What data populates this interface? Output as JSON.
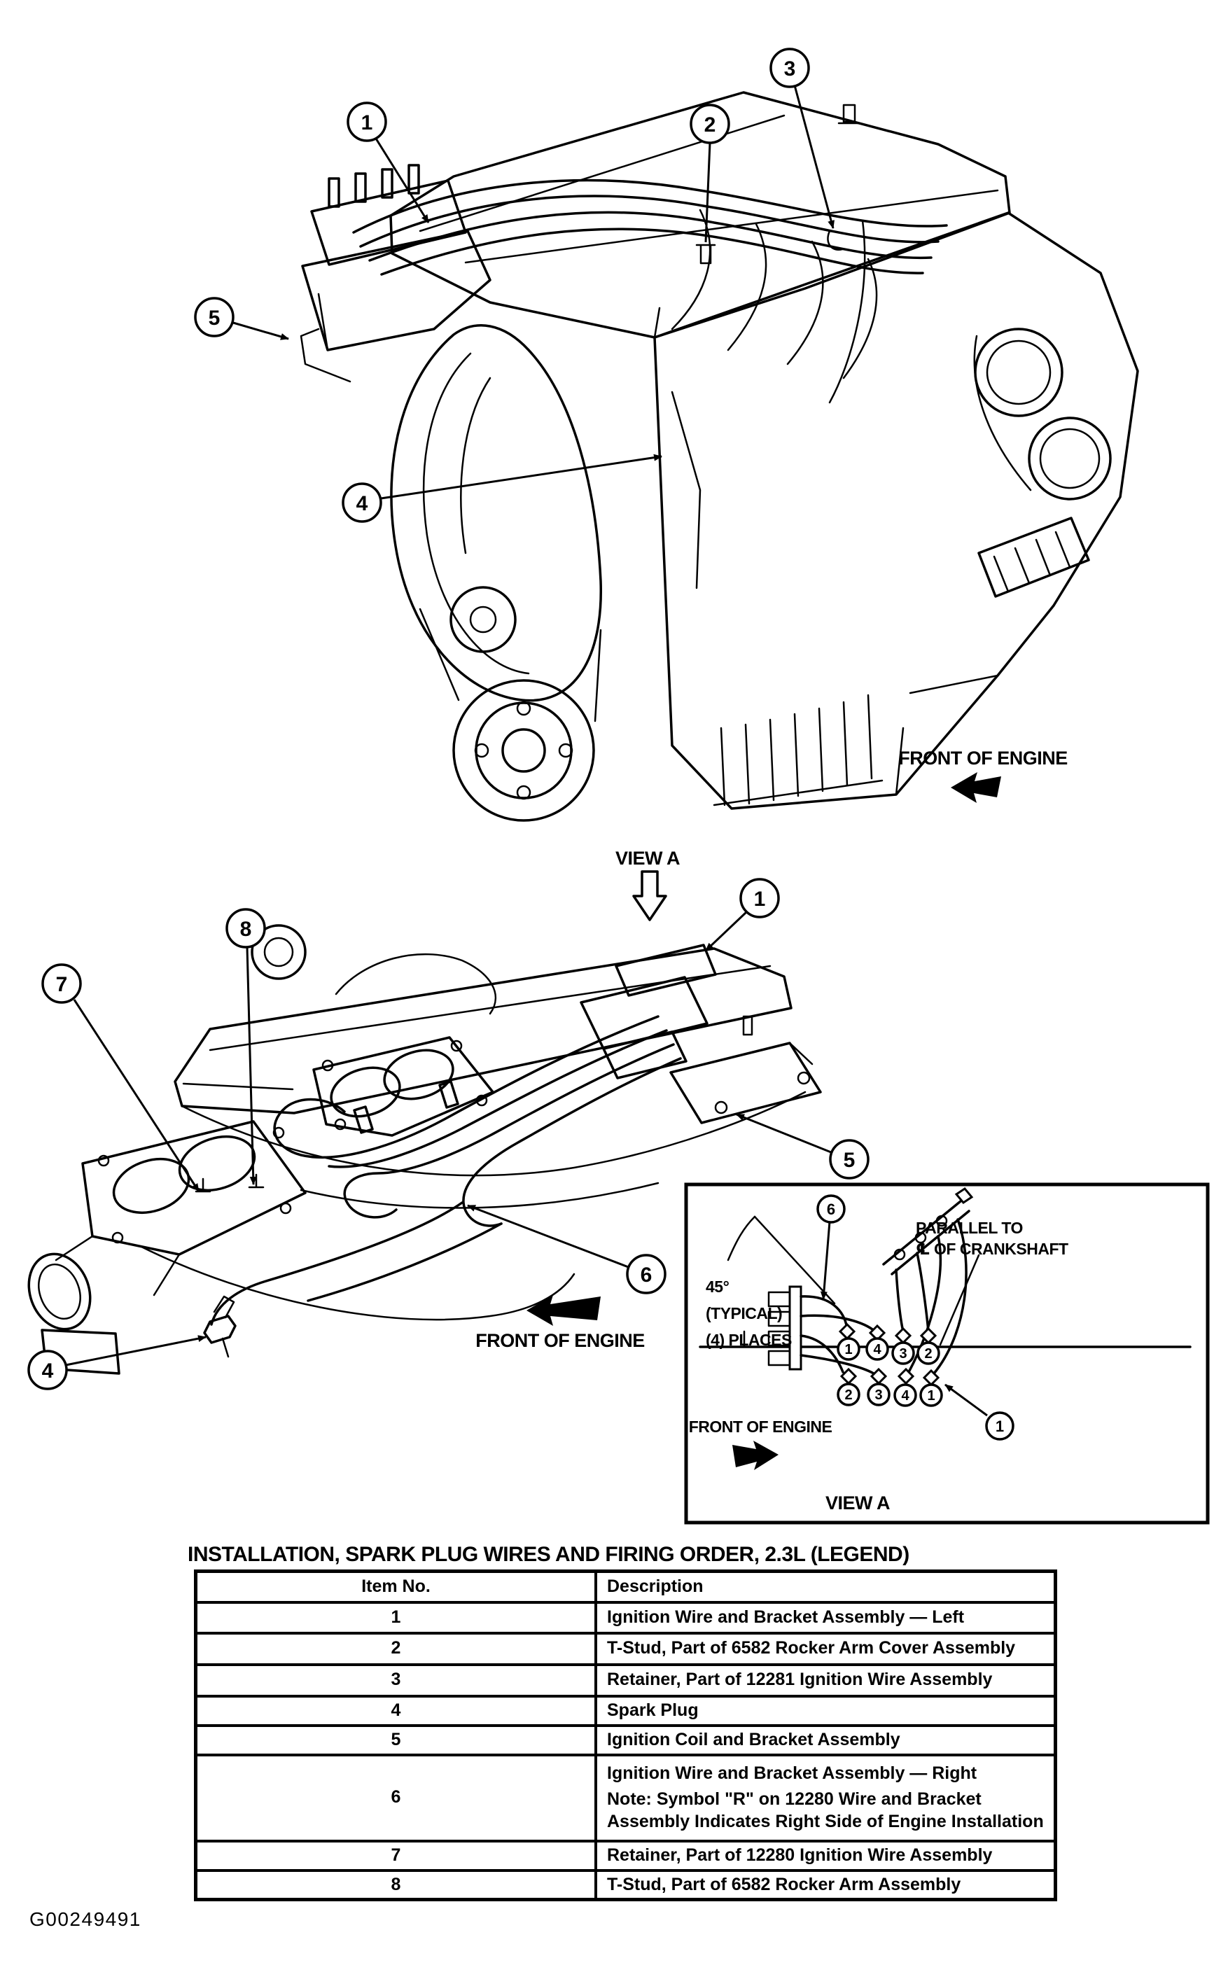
{
  "figure_code": "G00249491",
  "legend": {
    "title": "INSTALLATION, SPARK PLUG WIRES AND FIRING ORDER, 2.3L (LEGEND)",
    "columns": [
      "Item No.",
      "Description"
    ],
    "rows": [
      {
        "item": "1",
        "desc": "Ignition Wire and Bracket Assembly — Left"
      },
      {
        "item": "2",
        "desc": "T-Stud, Part of 6582 Rocker Arm Cover Assembly"
      },
      {
        "item": "3",
        "desc": "Retainer, Part of 12281 Ignition Wire Assembly"
      },
      {
        "item": "4",
        "desc": "Spark Plug"
      },
      {
        "item": "5",
        "desc": "Ignition Coil and Bracket Assembly"
      },
      {
        "item": "6",
        "desc": "Ignition Wire and Bracket Assembly — Right",
        "note": "Note: Symbol \"R\" on 12280 Wire and Bracket Assembly Indicates Right Side of Engine Installation"
      },
      {
        "item": "7",
        "desc": "Retainer, Part of 12280 Ignition Wire Assembly"
      },
      {
        "item": "8",
        "desc": "T-Stud, Part of 6582 Rocker Arm Assembly"
      }
    ]
  },
  "top_diagram": {
    "callouts": {
      "c1": "1",
      "c2": "2",
      "c3": "3",
      "c4": "4",
      "c5": "5"
    },
    "front_of_engine": "FRONT OF ENGINE",
    "view_a": "VIEW A"
  },
  "middle_diagram": {
    "callouts": {
      "c1": "1",
      "c4": "4",
      "c5": "5",
      "c6": "6",
      "c7": "7",
      "c8": "8"
    },
    "front_of_engine": "FRONT OF ENGINE"
  },
  "inset": {
    "callouts": {
      "c6": "6",
      "c1": "1"
    },
    "angle_note": [
      "45°",
      "(TYPICAL)",
      "(4) PLACES"
    ],
    "parallel_note": [
      "PARALLEL TO",
      "℄ OF CRANKSHAFT"
    ],
    "front_of_engine": "FRONT OF ENGINE",
    "view_a": "VIEW A",
    "firing_order": {
      "left_top": [
        "1",
        "4"
      ],
      "left_bottom": [
        "2",
        "3"
      ],
      "right_top": [
        "3",
        "2"
      ],
      "right_bottom": [
        "4",
        "1"
      ]
    }
  }
}
